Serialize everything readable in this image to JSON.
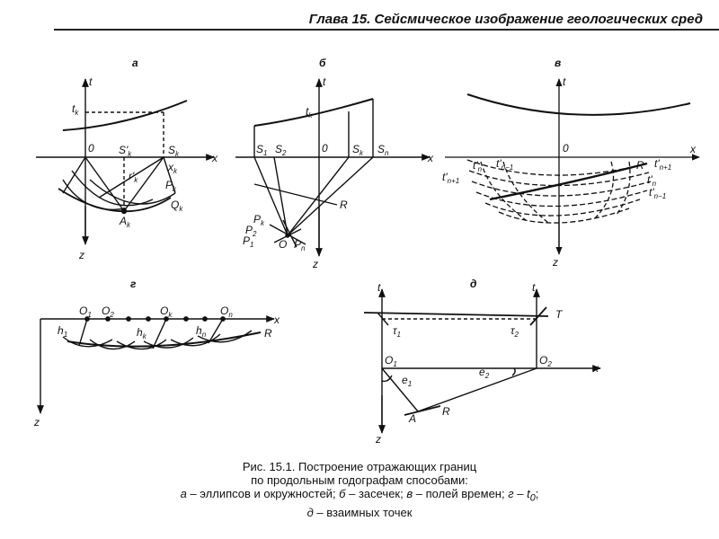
{
  "header": {
    "title": "Глава 15. Сейсмическое изображение геологических сред"
  },
  "panels": {
    "a": {
      "letter": "а",
      "t": "t",
      "tk": "t",
      "tk_sub": "k",
      "zero": "0",
      "x": "x",
      "z": "z",
      "sk_prime": "S'",
      "sk_prime_sub": "k",
      "sk": "S",
      "sk_sub": "k",
      "xk": "x",
      "xk_sub": "k",
      "rk": "r'",
      "rk_sub": "k",
      "pk": "P",
      "pk_sub": "k",
      "qk": "Q",
      "qk_sub": "k",
      "ak": "A",
      "ak_sub": "k"
    },
    "b": {
      "letter": "б",
      "t": "t",
      "tk": "t",
      "tk_sub": "k",
      "zero": "0",
      "x": "x",
      "z": "z",
      "s1": "S",
      "s1_sub": "1",
      "s2": "S",
      "s2_sub": "2",
      "sk": "S",
      "sk_sub": "k",
      "sn": "S",
      "sn_sub": "n",
      "r": "R",
      "o": "O",
      "p1": "P",
      "p1_sub": "1",
      "p2": "P",
      "p2_sub": "2",
      "pk": "P",
      "pk_sub": "k",
      "pn": "P",
      "pn_sub": "n"
    },
    "v": {
      "letter": "в",
      "t": "t",
      "zero": "0",
      "x": "x",
      "z": "z",
      "tn": "t'",
      "tn_sub": "n",
      "tn1m": "t'",
      "tn1m_sub": "n−1",
      "tn1p": "t'",
      "tn1p_sub": "n+1",
      "r": "R",
      "tn1p_r": "t'",
      "tn1p_r_sub": "n+1",
      "tn_r": "t'",
      "tn_r_sub": "n",
      "tn1m_r": "t'",
      "tn1m_r_sub": "n−1"
    },
    "g": {
      "letter": "г",
      "x": "x",
      "z": "z",
      "o1": "O",
      "o1_sub": "1",
      "o2": "O",
      "o2_sub": "2",
      "ok": "O",
      "ok_sub": "k",
      "on": "O",
      "on_sub": "n",
      "h1": "h",
      "h1_sub": "1",
      "hk": "h",
      "hk_sub": "k",
      "hn": "h",
      "hn_sub": "n",
      "r": "R"
    },
    "d": {
      "letter": "д",
      "t1_axis": "t",
      "t2_axis": "t",
      "T": "T",
      "tau1": "τ",
      "tau1_sub": "1",
      "tau2": "τ",
      "tau2_sub": "2",
      "o1": "O",
      "o1_sub": "1",
      "o2": "O",
      "o2_sub": "2",
      "x": "x",
      "z": "z",
      "e1": "e",
      "e1_sub": "1",
      "e2": "e",
      "e2_sub": "2",
      "a": "A",
      "r": "R"
    }
  },
  "caption": {
    "line1": "Рис. 15.1. Построение отражающих границ",
    "line2": "по продольным годографам способами:",
    "line3a": "а",
    "line3b": " – эллипсов и окружностей; ",
    "line3c": "б",
    "line3d": " – засечек; ",
    "line3e": "в",
    "line3f": " – полей времен; ",
    "line3g": "г",
    "line3h": " – t",
    "line3i": "0",
    "line3j": ";",
    "line4a": "д",
    "line4b": " – взаимных точек"
  }
}
